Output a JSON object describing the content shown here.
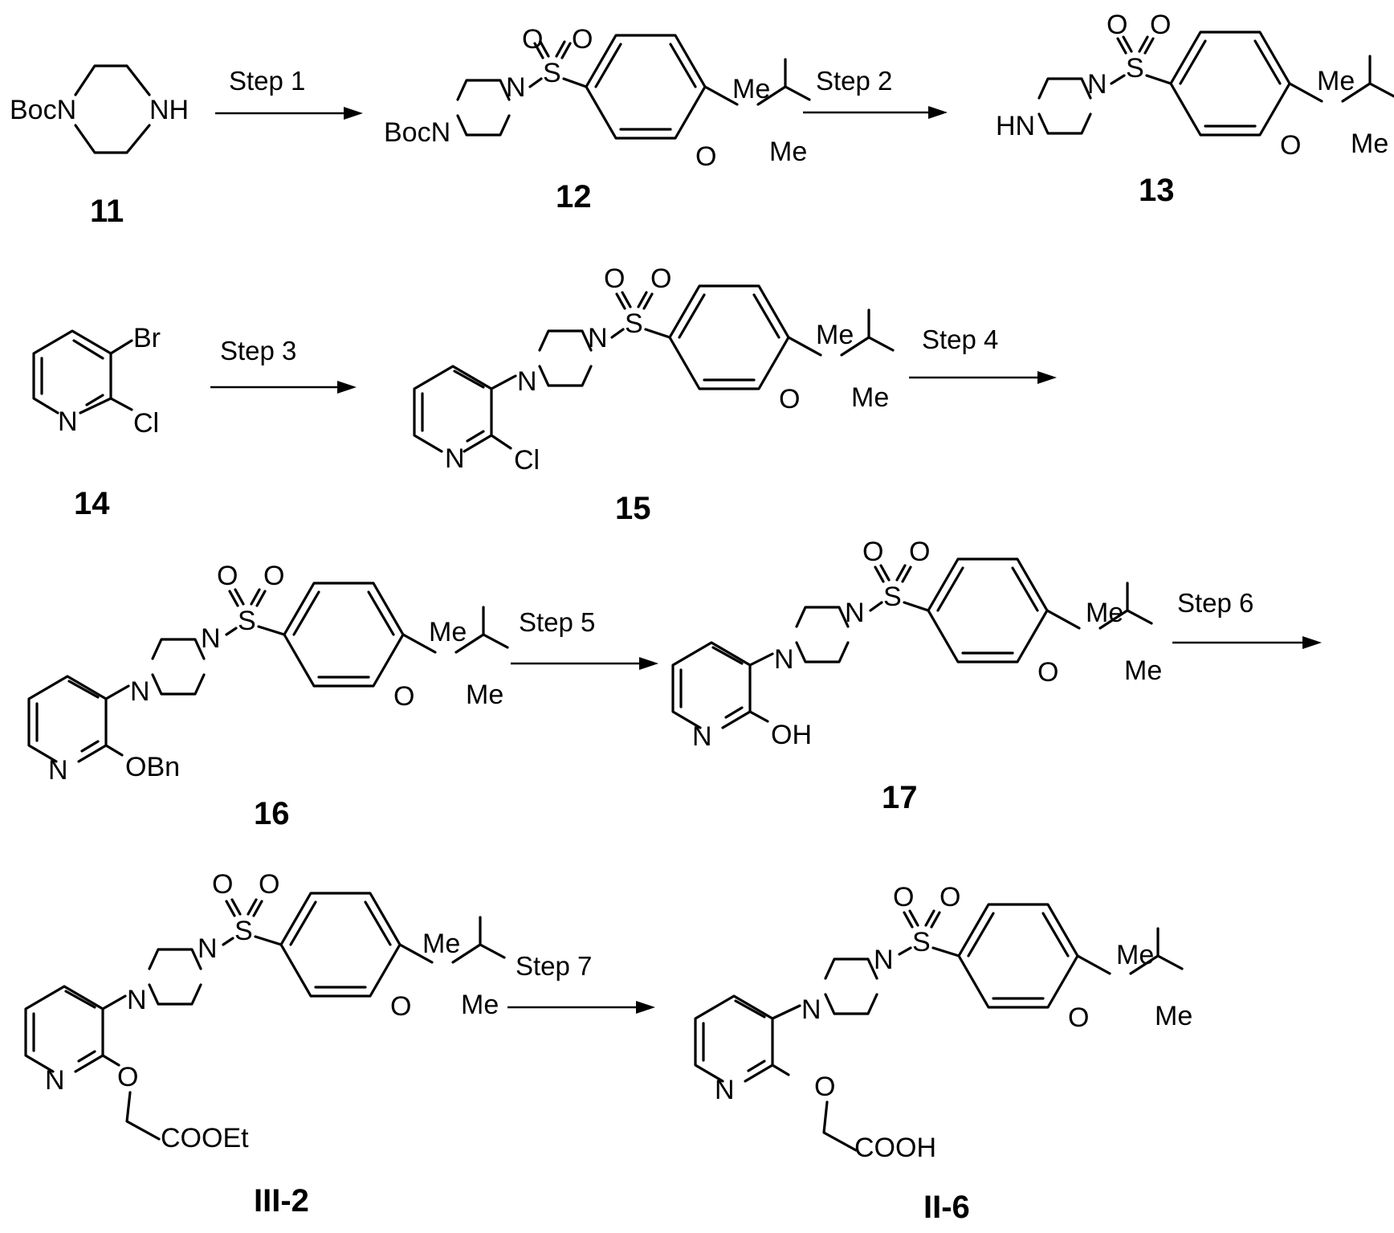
{
  "steps": {
    "s1": "Step 1",
    "s2": "Step 2",
    "s3": "Step 3",
    "s4": "Step 4",
    "s5": "Step 5",
    "s6": "Step 6",
    "s7": "Step 7"
  },
  "compounds": {
    "c11": "11",
    "c12": "12",
    "c13": "13",
    "c14": "14",
    "c15": "15",
    "c16": "16",
    "c17": "17",
    "cIII2": "III-2",
    "cII6": "II-6"
  },
  "atoms": {
    "BocN": "BocN",
    "NH": "NH",
    "HN": "HN",
    "N": "N",
    "S": "S",
    "O": "O",
    "Me": "Me",
    "Br": "Br",
    "Cl": "Cl",
    "OBn": "OBn",
    "OH": "OH",
    "COOEt": "COOEt",
    "COOH": "COOH"
  }
}
